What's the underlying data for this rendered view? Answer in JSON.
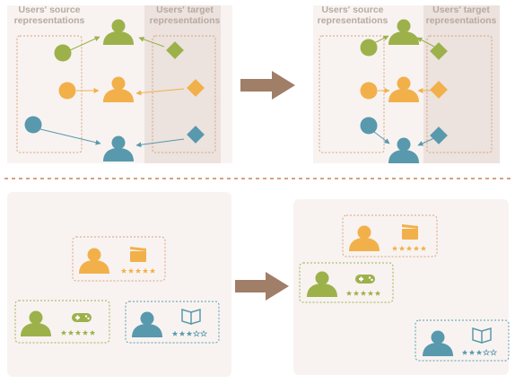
{
  "top": {
    "source_label_line1": "Users' source",
    "source_label_line2": "representations",
    "target_label_line1": "Users' target",
    "target_label_line2": "representations"
  },
  "colors": {
    "green": "#9db14b",
    "orange": "#f2b04a",
    "teal": "#5899ad",
    "arrow": "#a07e68",
    "panel": "#f8f3f1",
    "target_panel": "#ece2de",
    "divider": "#d7a27d"
  },
  "ratings": {
    "movie_stars": 5,
    "game_stars": 5,
    "book_stars": 3,
    "max_stars": 5
  },
  "icons": [
    "user-icon",
    "film-clapper-icon",
    "gamepad-icon",
    "book-icon",
    "star-icon",
    "arrow-right-icon"
  ]
}
